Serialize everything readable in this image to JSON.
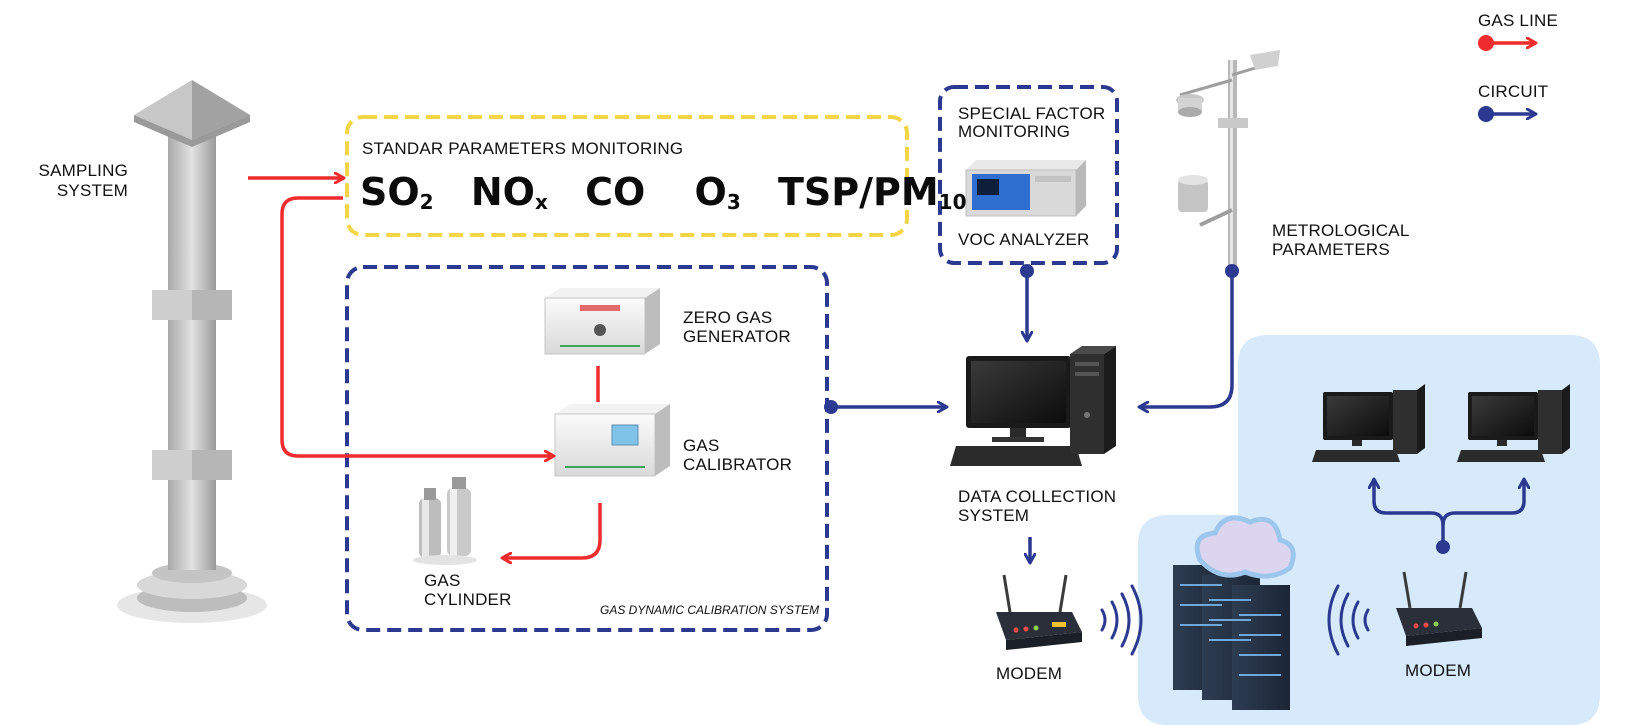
{
  "legend": {
    "gas_line": "GAS LINE",
    "circuit": "CIRCUIT",
    "gas_line_color": "#ef2b2d",
    "circuit_color": "#2b3990"
  },
  "sampling": {
    "label_line1": "SAMPLING",
    "label_line2": "SYSTEM"
  },
  "standard_box": {
    "title": "STANDAR PARAMETERS MONITORING",
    "border_color": "#f5d547",
    "gases": [
      {
        "main": "SO",
        "sub": "2"
      },
      {
        "main": "NO",
        "sub": "x"
      },
      {
        "main": "CO",
        "sub": ""
      },
      {
        "main": "O",
        "sub": "3"
      },
      {
        "main": "TSP/PM",
        "sub": "10"
      }
    ]
  },
  "special_box": {
    "title_line1": "SPECIAL FACTOR",
    "title_line2": "MONITORING",
    "device": "VOC ANALYZER",
    "border_color": "#2b3990"
  },
  "metro": {
    "line1": "METROLOGICAL",
    "line2": "PARAMETERS"
  },
  "calibration_box": {
    "caption": "GAS DYNAMIC CALIBRATION SYSTEM",
    "zero_gas_line1": "ZERO GAS",
    "zero_gas_line2": "GENERATOR",
    "calibrator_line1": "GAS",
    "calibrator_line2": "CALIBRATOR",
    "cylinder_line1": "GAS",
    "cylinder_line2": "CYLINDER"
  },
  "data_collection": {
    "line1": "DATA COLLECTION",
    "line2": "SYSTEM"
  },
  "modem_left": "MODEM",
  "modem_right": "MODEM",
  "cloud_panel_color": "#d6eafb"
}
